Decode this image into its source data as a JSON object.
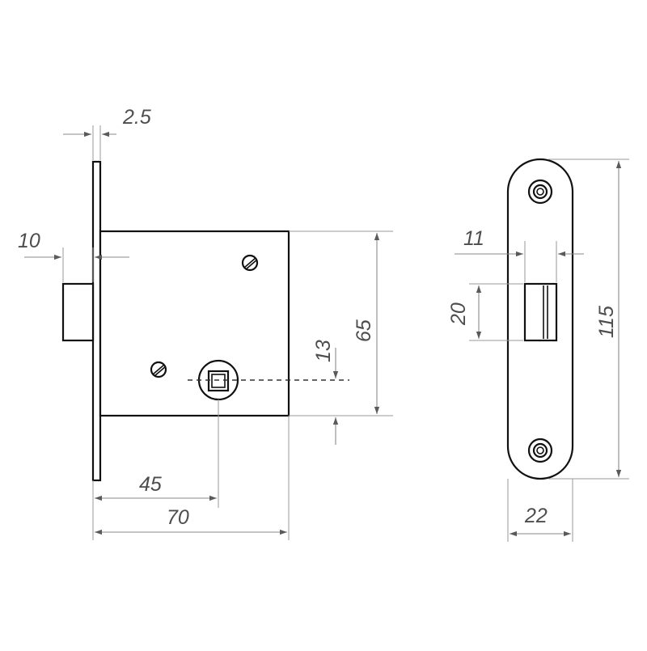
{
  "dimensions": {
    "faceplate_thickness": "2.5",
    "latch_projection": "10",
    "body_height": "65",
    "spindle_offset": "13",
    "backset": "45",
    "body_depth": "70",
    "latch_opening_width": "11",
    "latch_opening_height": "20",
    "strike_height": "115",
    "strike_width": "22"
  }
}
